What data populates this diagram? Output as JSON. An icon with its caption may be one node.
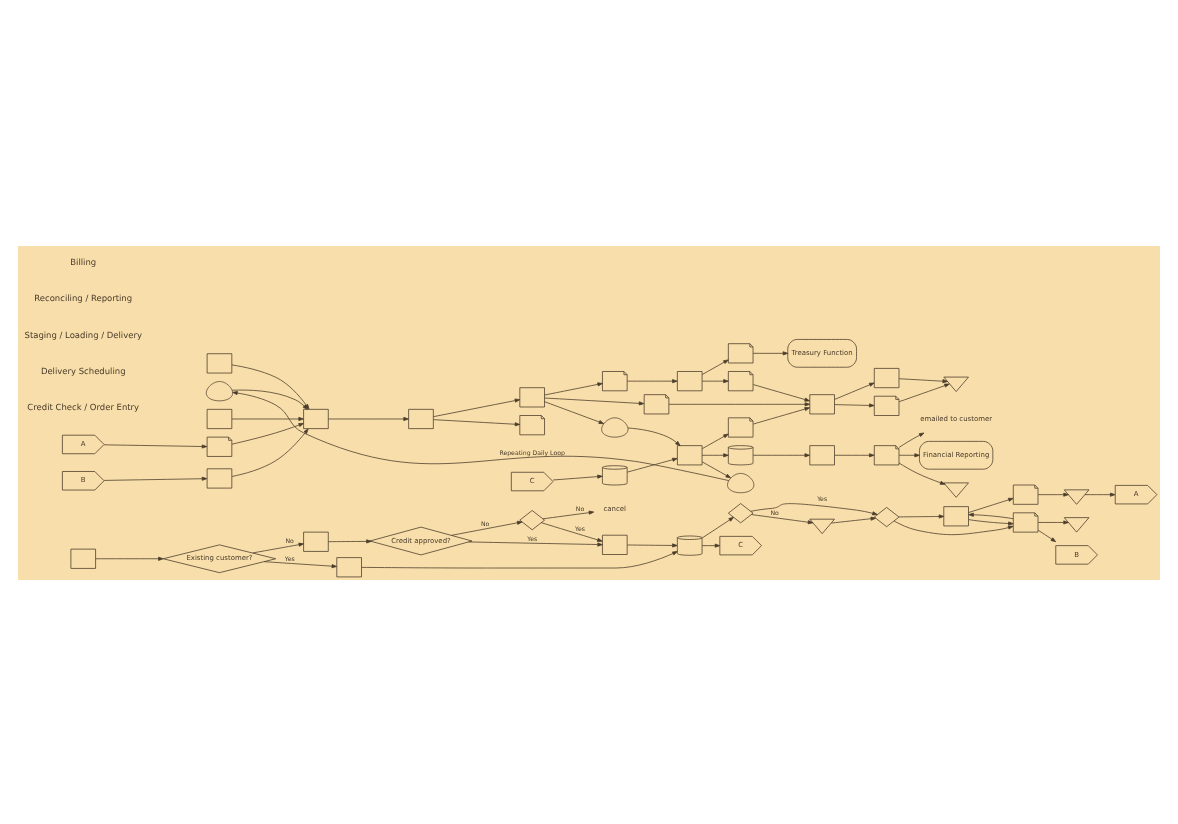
{
  "diagram": {
    "nodes": [
      {
        "text": [],
        "shape": "box"
      },
      {
        "text": [
          "Existing customer?"
        ]
      },
      {
        "text": [],
        "shape": "box"
      },
      {
        "text": [
          "Credit approved?"
        ]
      },
      {
        "text": [],
        "shape": "diamond"
      },
      {
        "text": [
          "cancel"
        ]
      },
      {
        "text": [],
        "shape": "box"
      },
      {
        "text": [],
        "shape": "box"
      },
      {
        "text": [],
        "shape": "cylinder"
      },
      {
        "text": [],
        "shape": "diamond"
      },
      {
        "text": [
          "C"
        ]
      },
      {
        "text": [],
        "shape": "diamond"
      },
      {
        "text": [],
        "shape": "triangle"
      },
      {
        "text": [],
        "shape": "box"
      },
      {
        "text": [],
        "shape": "document"
      },
      {
        "text": [],
        "shape": "document"
      },
      {
        "text": [],
        "shape": "triangle"
      },
      {
        "text": [],
        "shape": "triangle"
      },
      {
        "text": [
          "A"
        ]
      },
      {
        "text": [
          "B"
        ]
      },
      {
        "text": [],
        "shape": "box"
      },
      {
        "text": [],
        "shape": "box"
      },
      {
        "text": [
          "A"
        ]
      },
      {
        "text": [],
        "shape": "document"
      },
      {
        "text": [
          "B"
        ]
      },
      {
        "text": [],
        "shape": "box"
      },
      {
        "text": [],
        "shape": "display"
      },
      {
        "text": [],
        "shape": "box"
      },
      {
        "text": [],
        "shape": "box"
      },
      {
        "text": [],
        "shape": "box"
      },
      {
        "text": [],
        "shape": "document"
      },
      {
        "text": [],
        "shape": "document"
      },
      {
        "text": [],
        "shape": "box"
      },
      {
        "text": [],
        "shape": "document"
      },
      {
        "text": [],
        "shape": "document"
      },
      {
        "text": [
          "Treasury Function"
        ]
      },
      {
        "text": [],
        "shape": "document"
      },
      {
        "text": [],
        "shape": "display"
      },
      {
        "text": [
          "C"
        ]
      },
      {
        "text": [],
        "shape": "cylinder"
      },
      {
        "text": [],
        "shape": "box"
      },
      {
        "text": [],
        "shape": "document"
      },
      {
        "text": [],
        "shape": "cylinder"
      },
      {
        "text": [],
        "shape": "display"
      },
      {
        "text": [],
        "shape": "box"
      },
      {
        "text": [],
        "shape": "box"
      },
      {
        "text": [],
        "shape": "document"
      },
      {
        "text": [],
        "shape": "triangle"
      },
      {
        "text": [],
        "shape": "box"
      },
      {
        "text": [],
        "shape": "document"
      },
      {
        "text": [
          "emailed to customer"
        ]
      },
      {
        "text": [
          "Financial Reporting"
        ]
      },
      {
        "text": [],
        "shape": "triangle"
      }
    ],
    "edges": [
      {
        "from": 0,
        "to": 1,
        "arrow": "to"
      },
      {
        "from": 1,
        "to": 2,
        "arrow": "to",
        "label": "No"
      },
      {
        "from": 1,
        "to": 6,
        "arrow": "to",
        "label": "Yes"
      },
      {
        "from": 2,
        "to": 3,
        "arrow": "to"
      },
      {
        "from": 3,
        "to": 4,
        "arrow": "to",
        "label": "No"
      },
      {
        "from": 3,
        "to": 7,
        "arrow": "to",
        "label": "Yes"
      },
      {
        "from": 4,
        "to": 5,
        "arrow": "to",
        "label": "No"
      },
      {
        "from": 4,
        "to": 7,
        "arrow": "to",
        "label": "Yes"
      },
      {
        "from": 6,
        "to": 8,
        "arrow": "to"
      },
      {
        "from": 7,
        "to": 8,
        "arrow": "to"
      },
      {
        "from": 8,
        "to": 9,
        "arrow": "to"
      },
      {
        "from": 8,
        "to": 10,
        "arrow": "to"
      },
      {
        "from": 9,
        "to": 12,
        "arrow": "to",
        "label": "No"
      },
      {
        "from": 9,
        "to": 11,
        "arrow": "to",
        "label": "Yes"
      },
      {
        "from": 12,
        "to": 11,
        "arrow": "to"
      },
      {
        "from": 11,
        "to": 13,
        "arrow": "to"
      },
      {
        "from": 11,
        "to": 15,
        "arrow": "to"
      },
      {
        "from": 15,
        "to": 13,
        "arrow": "to"
      },
      {
        "from": 13,
        "to": 14,
        "arrow": "to"
      },
      {
        "from": 13,
        "to": 15,
        "arrow": "to"
      },
      {
        "from": 14,
        "to": 16,
        "arrow": "to"
      },
      {
        "from": 16,
        "to": 18,
        "arrow": "to"
      },
      {
        "from": 15,
        "to": 19,
        "arrow": "to"
      },
      {
        "from": 15,
        "to": 17,
        "arrow": "to"
      },
      {
        "from": 22,
        "to": 23,
        "arrow": "to"
      },
      {
        "from": 24,
        "to": 25,
        "arrow": "to"
      },
      {
        "from": 20,
        "to": 27,
        "arrow": "to"
      },
      {
        "from": 21,
        "to": 27,
        "arrow": "to"
      },
      {
        "from": 23,
        "to": 27,
        "arrow": "to"
      },
      {
        "from": 25,
        "to": 27,
        "arrow": "to"
      },
      {
        "from": 26,
        "to": 27,
        "arrow": "to"
      },
      {
        "from": 27,
        "to": 28,
        "arrow": "to"
      },
      {
        "from": 28,
        "to": 30,
        "arrow": "to"
      },
      {
        "from": 28,
        "to": 29,
        "arrow": "to"
      },
      {
        "from": 29,
        "to": 31,
        "arrow": "to"
      },
      {
        "from": 29,
        "to": 36,
        "arrow": "to"
      },
      {
        "from": 29,
        "to": 37,
        "arrow": "to"
      },
      {
        "from": 31,
        "to": 32,
        "arrow": "to"
      },
      {
        "from": 32,
        "to": 33,
        "arrow": "to"
      },
      {
        "from": 32,
        "to": 34,
        "arrow": "to"
      },
      {
        "from": 33,
        "to": 35,
        "arrow": "to"
      },
      {
        "from": 34,
        "to": 44,
        "arrow": "to"
      },
      {
        "from": 36,
        "to": 44,
        "arrow": "to"
      },
      {
        "from": 38,
        "to": 39,
        "arrow": "to"
      },
      {
        "from": 37,
        "to": 40,
        "arrow": "to"
      },
      {
        "from": 39,
        "to": 40,
        "arrow": "to"
      },
      {
        "from": 40,
        "to": 41,
        "arrow": "to"
      },
      {
        "from": 40,
        "to": 42,
        "arrow": "to"
      },
      {
        "from": 40,
        "to": 43,
        "arrow": "to"
      },
      {
        "from": 41,
        "to": 44,
        "arrow": "to"
      },
      {
        "from": 42,
        "to": 48,
        "arrow": "to"
      },
      {
        "from": 44,
        "to": 45,
        "arrow": "to"
      },
      {
        "from": 44,
        "to": 46,
        "arrow": "to"
      },
      {
        "from": 45,
        "to": 47,
        "arrow": "to"
      },
      {
        "from": 46,
        "to": 47,
        "arrow": "to"
      },
      {
        "from": 48,
        "to": 49,
        "arrow": "to"
      },
      {
        "from": 49,
        "to": 50,
        "arrow": "to"
      },
      {
        "from": 49,
        "to": 51,
        "arrow": "to"
      },
      {
        "from": 49,
        "to": 52,
        "arrow": "to"
      },
      {
        "from": 43,
        "to": 26,
        "arrow": "to",
        "label": "Repeating Daily Loop"
      }
    ],
    "labels": [
      "Credit Check / Order Entry",
      "Delivery Scheduling",
      "Staging / Loading / Delivery",
      "Reconciling / Reporting",
      "Billing"
    ]
  }
}
